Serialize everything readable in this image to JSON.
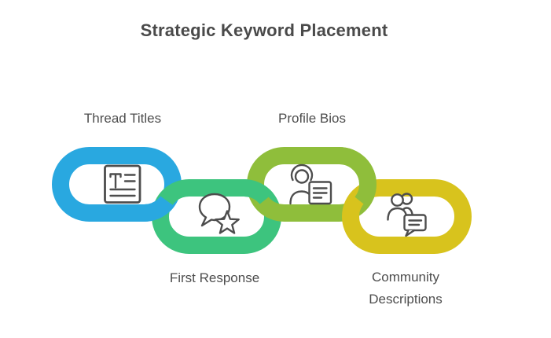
{
  "title": "Strategic Keyword Placement",
  "colors": {
    "blue": "#29A8E0",
    "green": "#3DC47E",
    "light_green": "#8FBE3B",
    "yellow": "#D8C31D",
    "icon_stroke": "#4D4D4D"
  },
  "links": [
    {
      "label": "Thread Titles",
      "color": "#29A8E0",
      "icon": "text-document-icon",
      "label_position": "above"
    },
    {
      "label": "First Response",
      "color": "#3DC47E",
      "icon": "chat-bubble-star-icon",
      "label_position": "below"
    },
    {
      "label": "Profile Bios",
      "color": "#8FBE3B",
      "icon": "person-document-icon",
      "label_position": "above"
    },
    {
      "label": "Community Descriptions",
      "color": "#D8C31D",
      "icon": "people-chat-icon",
      "label_position": "below"
    }
  ]
}
